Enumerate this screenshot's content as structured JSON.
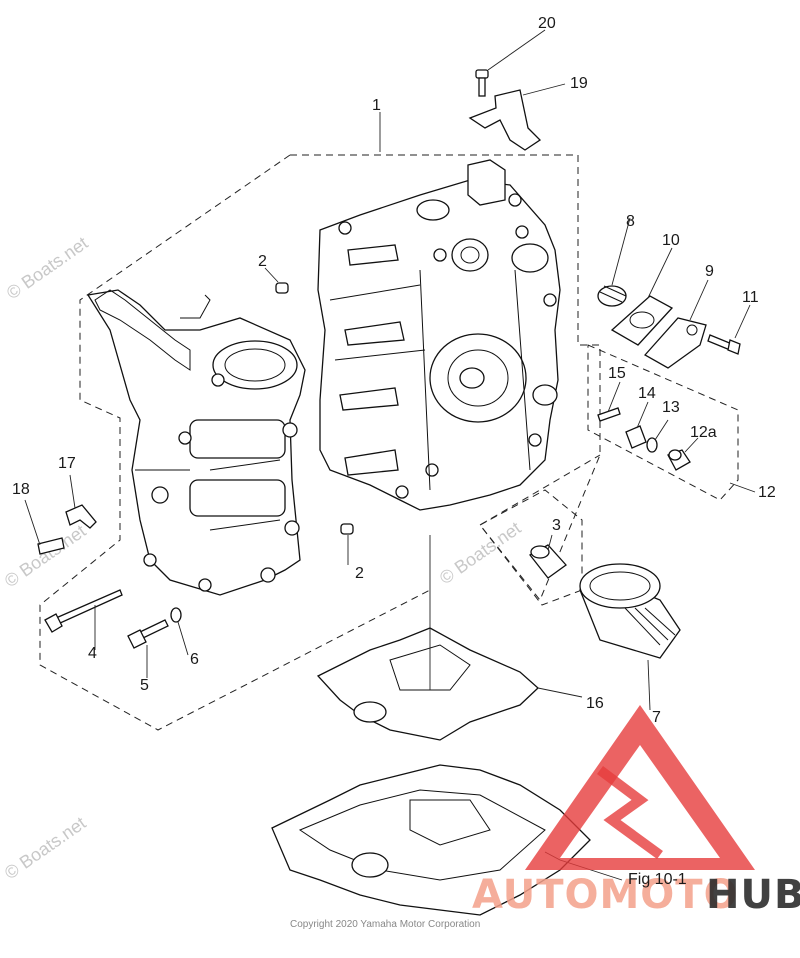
{
  "diagram": {
    "callouts": {
      "c1": "1",
      "c2a": "2",
      "c2b": "2",
      "c3": "3",
      "c4": "4",
      "c5": "5",
      "c6": "6",
      "c7": "7",
      "c8": "8",
      "c9": "9",
      "c10": "10",
      "c11": "11",
      "c12": "12",
      "c12a": "12a",
      "c13": "13",
      "c14": "14",
      "c15": "15",
      "c16": "16",
      "c17": "17",
      "c18": "18",
      "c19": "19",
      "c20": "20"
    },
    "figure_label": "Fig 10-1",
    "copyright": "Copyright 2020 Yamaha Motor Corporation",
    "watermark": "© Boats.net",
    "logo": {
      "word_a": "AUTOMOTO",
      "word_b": "HUB",
      "accent_color": "#e63c3c",
      "accent_light": "#f4a08a",
      "dark_color": "#2d2d2d"
    },
    "colors": {
      "line": "#111111",
      "background": "#ffffff",
      "watermark": "#c8c8c8"
    }
  }
}
